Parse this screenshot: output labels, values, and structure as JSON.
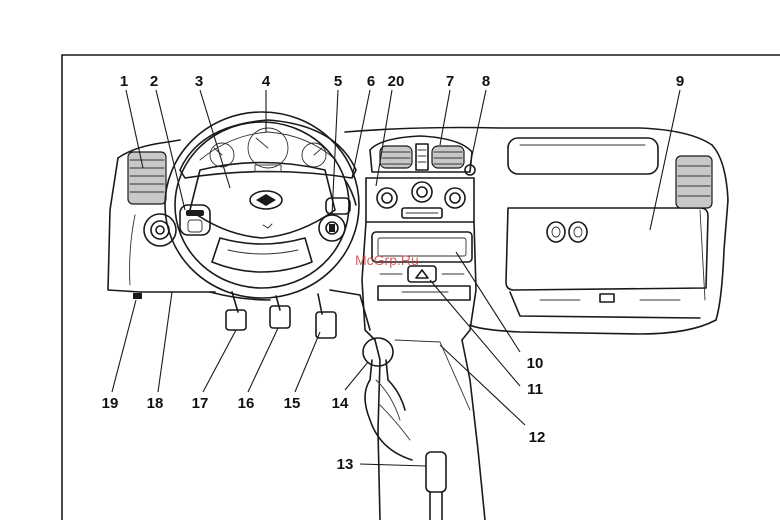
{
  "watermark": "McGrp.Ru",
  "colors": {
    "line": "#1a1a1a",
    "watermark": "#d23a3a",
    "background": "#ffffff"
  },
  "callouts": [
    "1",
    "2",
    "3",
    "4",
    "5",
    "6",
    "20",
    "7",
    "8",
    "9",
    "10",
    "11",
    "12",
    "13",
    "14",
    "15",
    "16",
    "17",
    "18",
    "19"
  ]
}
